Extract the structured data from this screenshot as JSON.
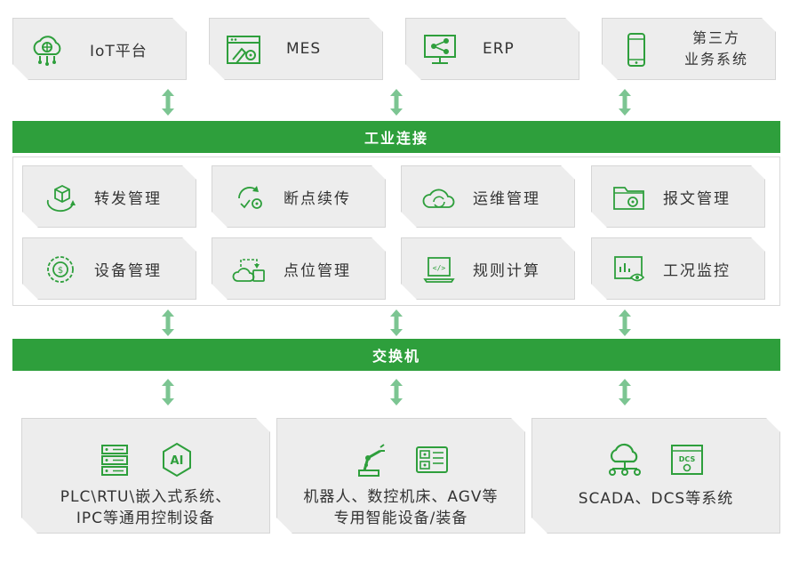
{
  "top_systems": [
    {
      "label": "IoT平台",
      "icon": "brain-cloud-icon"
    },
    {
      "label": "MES",
      "icon": "browser-gear-icon"
    },
    {
      "label": "ERP",
      "icon": "monitor-share-icon"
    },
    {
      "label_line1": "第三方",
      "label_line2": "业务系统",
      "icon": "smartphone-icon"
    }
  ],
  "connection_bar": "工业连接",
  "modules": [
    {
      "label": "转发管理",
      "icon": "cube-cycle-icon"
    },
    {
      "label": "断点续传",
      "icon": "refresh-gear-icon"
    },
    {
      "label": "运维管理",
      "icon": "cloud-cycle-icon"
    },
    {
      "label": "报文管理",
      "icon": "folder-gear-icon"
    },
    {
      "label": "设备管理",
      "icon": "coin-gear-icon"
    },
    {
      "label": "点位管理",
      "icon": "cloud-device-icon"
    },
    {
      "label": "规则计算",
      "icon": "laptop-code-icon"
    },
    {
      "label": "工况监控",
      "icon": "monitor-eye-icon"
    }
  ],
  "switch_bar": "交换机",
  "devices": [
    {
      "line1": "PLC\\RTU\\嵌入式系统、",
      "line2": "IPC等通用控制设备",
      "icons": [
        "server-rack-icon",
        "ai-chip-icon"
      ]
    },
    {
      "line1": "机器人、数控机床、AGV等",
      "line2": "专用智能设备/装备",
      "icons": [
        "robot-arm-icon",
        "control-panel-icon"
      ]
    },
    {
      "line1": "SCADA、DCS等系统",
      "line2": "",
      "icons": [
        "cloud-network-icon",
        "dcs-window-icon"
      ]
    }
  ],
  "colors": {
    "accent": "#2e9f3c",
    "arrow": "#7cc592",
    "card": "#ededed"
  }
}
